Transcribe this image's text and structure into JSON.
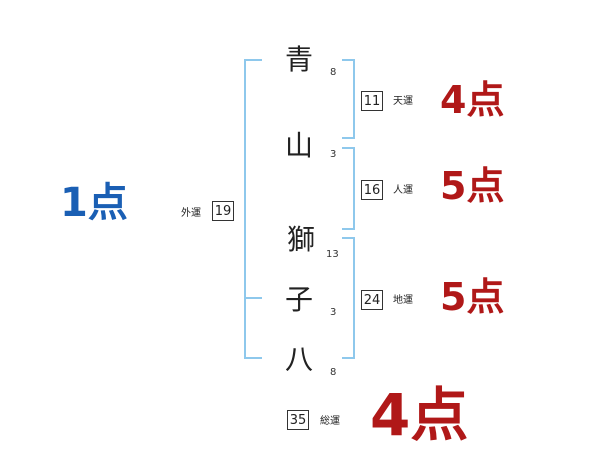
{
  "colors": {
    "bracket": "#8ec8ec",
    "score_red": "#b01818",
    "score_blue": "#1a5fb4",
    "text": "#222222"
  },
  "characters": [
    {
      "char": "青",
      "strokes": "8"
    },
    {
      "char": "山",
      "strokes": "3"
    },
    {
      "char": "獅",
      "strokes": "13"
    },
    {
      "char": "子",
      "strokes": "3"
    },
    {
      "char": "八",
      "strokes": "8"
    }
  ],
  "fortunes": {
    "tenkaku": {
      "label": "天運",
      "value": "11",
      "score": "4点"
    },
    "jinkaku": {
      "label": "人運",
      "value": "16",
      "score": "5点"
    },
    "chikaku": {
      "label": "地運",
      "value": "24",
      "score": "5点"
    },
    "gaikaku": {
      "label": "外運",
      "value": "19",
      "score": "1点"
    },
    "soukaku": {
      "label": "総運",
      "value": "35",
      "score": "4点"
    }
  }
}
